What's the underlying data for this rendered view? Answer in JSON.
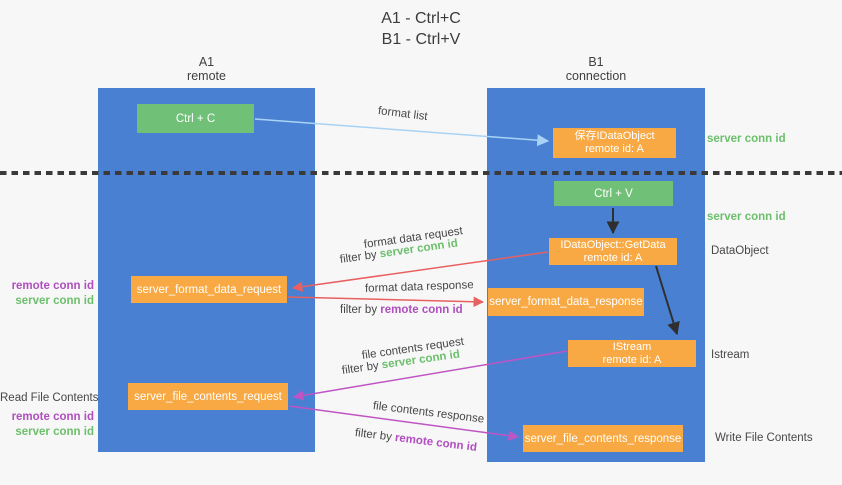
{
  "title": {
    "line1": "A1 - Ctrl+C",
    "line2": "B1 - Ctrl+V"
  },
  "lanes": {
    "a1": {
      "title": "A1",
      "subtitle": "remote"
    },
    "b1": {
      "title": "B1",
      "subtitle": "connection"
    }
  },
  "nodes": {
    "ctrl_c": {
      "label": "Ctrl + C"
    },
    "ctrl_v": {
      "label": "Ctrl + V"
    },
    "save_dataobject": {
      "line1": "保存IDataObject",
      "line2": "remote id: A"
    },
    "getdata": {
      "line1": "IDataObject::GetData",
      "line2": "remote id: A"
    },
    "istream": {
      "line1": "IStream",
      "line2": "remote id: A"
    },
    "server_format_data_request": {
      "label": "server_format_data_request"
    },
    "server_format_data_response": {
      "label": "server_format_data_response"
    },
    "server_file_contents_request": {
      "label": "server_file_contents_request"
    },
    "server_file_contents_response": {
      "label": "server_file_contents_response"
    }
  },
  "edge_labels": {
    "format_list": "format list",
    "format_data_request": "format data request",
    "format_data_response": "format data response",
    "file_contents_request": "file contents request",
    "file_contents_response": "file contents response",
    "filter_by": "filter by",
    "server_conn_id": "server conn id",
    "remote_conn_id": "remote conn id"
  },
  "side_labels": {
    "right_server_conn_top": "server conn id",
    "right_server_conn_mid": "server conn id",
    "dataobject": "DataObject",
    "istream": "Istream",
    "write_file_contents": "Write File Contents",
    "read_file_contents": "Read File Contents",
    "left_format_remote": "remote conn id",
    "left_format_server": "server conn id",
    "left_file_remote": "remote conn id",
    "left_file_server": "server conn id"
  },
  "colors": {
    "lane_fill": "#4a80d2",
    "green_node": "#70c077",
    "orange_node": "#f8a943",
    "server_conn_green": "#6cbf6c",
    "remote_conn_purple": "#b14ec0",
    "request_red": "#e86060",
    "response_magenta": "#bf54c4",
    "format_list_blue": "#a9d3f5",
    "flow_black": "#2f2f2f",
    "separator": "#3a3a3a",
    "background": "#f7f7f7"
  }
}
